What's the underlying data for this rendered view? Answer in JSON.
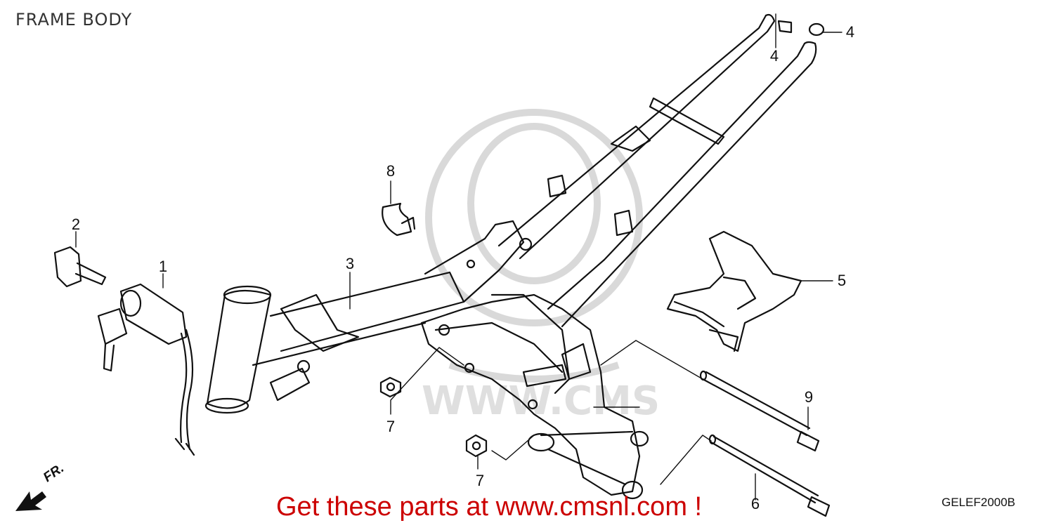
{
  "title": "FRAME BODY",
  "diagram_code": "GELEF2000B",
  "banner": "Get these parts at www.cmsnl.com !",
  "direction_label": "FR.",
  "callouts": [
    "1",
    "2",
    "3",
    "4",
    "4",
    "5",
    "6",
    "7",
    "7",
    "8",
    "9"
  ],
  "colors": {
    "line": "#111111",
    "banner": "#cc0000",
    "watermark": "#c9c9c9"
  }
}
